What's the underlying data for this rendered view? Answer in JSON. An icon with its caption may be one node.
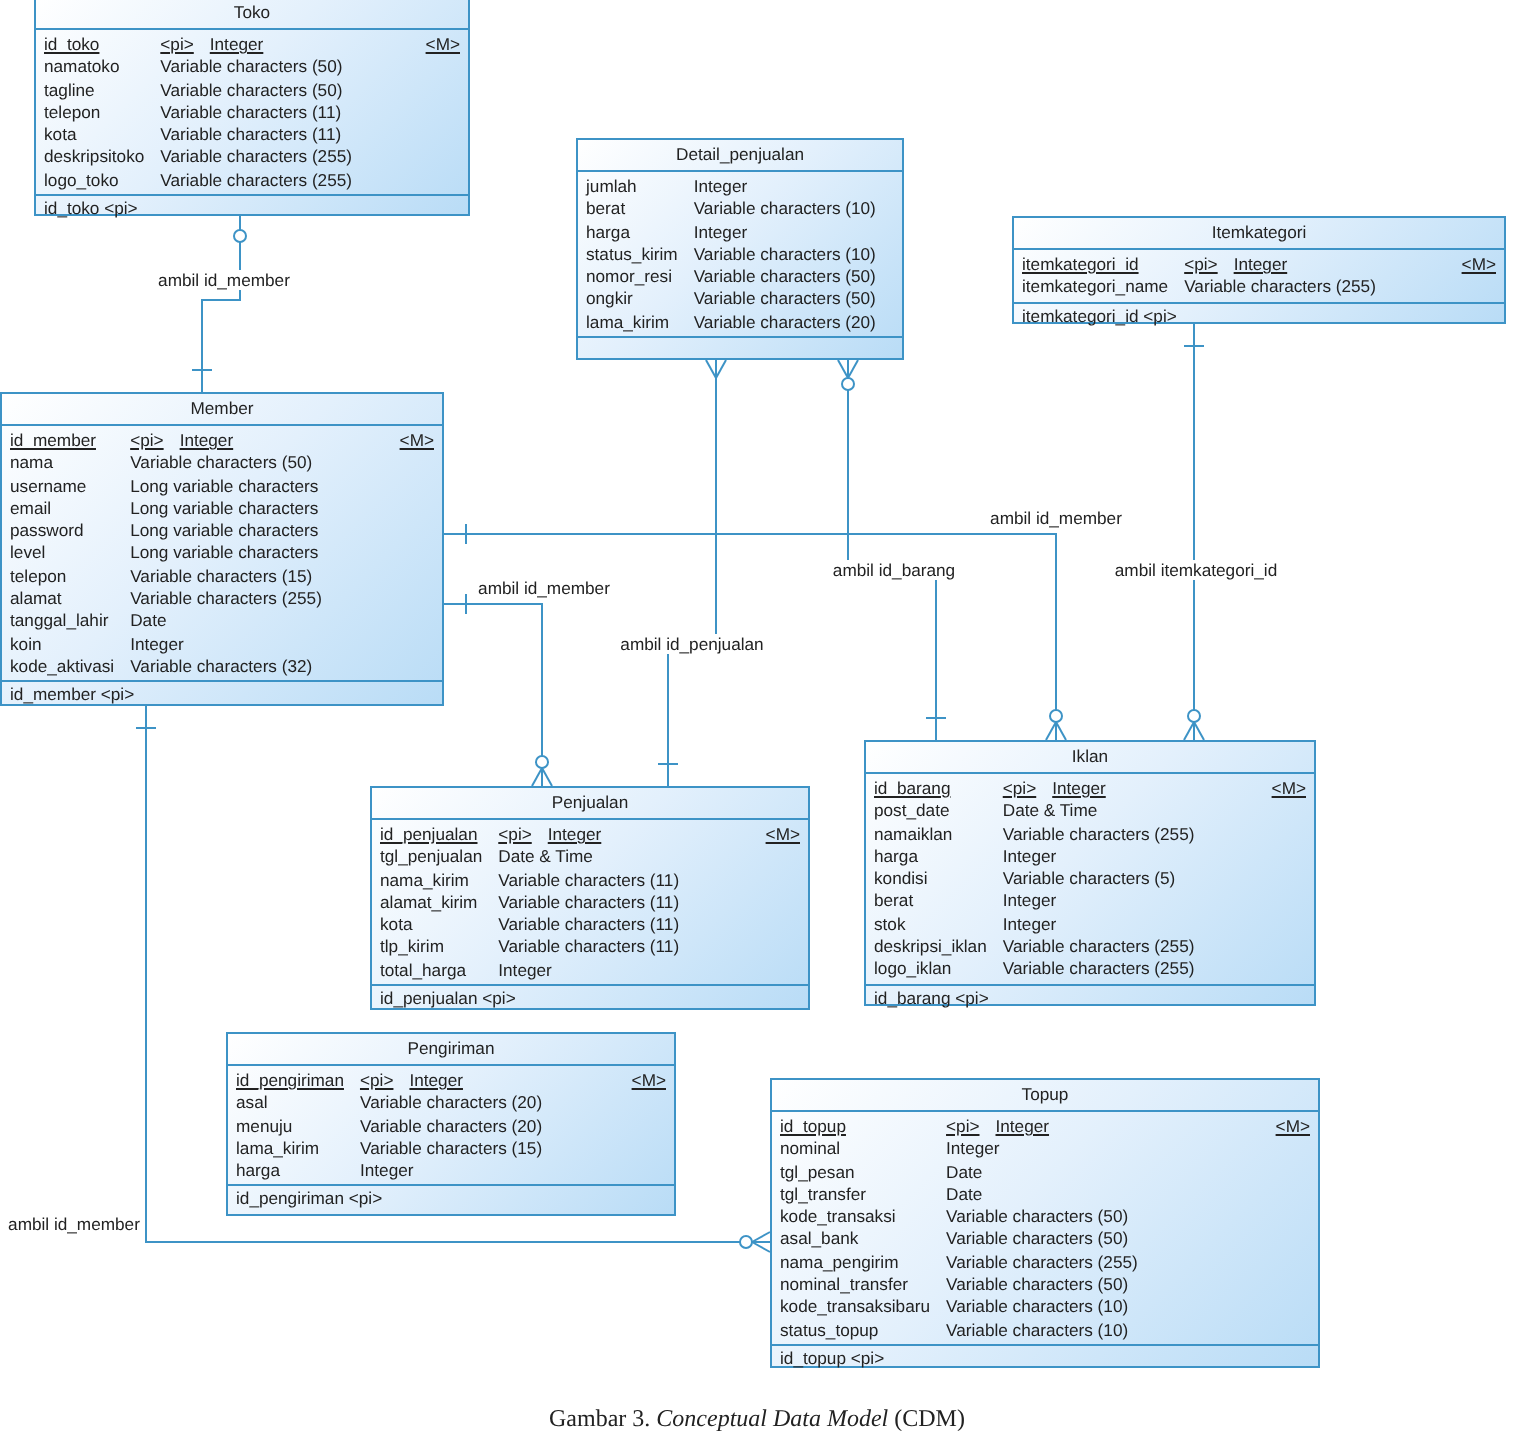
{
  "diagram": {
    "caption": "Gambar 3. *Conceptual Data Model* (CDM)",
    "nodes": [
      {
        "text": [
          "Toko",
          "id_toko",
          "<pi>",
          "Integer",
          "<M>",
          "namatoko",
          "Variable characters (50)",
          "tagline",
          "Variable characters (50)",
          "telepon",
          "Variable characters (11)",
          "kota",
          "Variable characters (11)",
          "deskripsitoko",
          "Variable characters (255)",
          "logo_toko",
          "Variable characters (255)",
          "id_toko <pi>"
        ]
      },
      {
        "text": [
          "Detail_penjualan",
          "jumlah",
          "Integer",
          "berat",
          "Variable characters (10)",
          "harga",
          "Integer",
          "status_kirim",
          "Variable characters (10)",
          "nomor_resi",
          "Variable characters (50)",
          "ongkir",
          "Variable characters (50)",
          "lama_kirim",
          "Variable characters (20)"
        ]
      },
      {
        "text": [
          "Itemkategori",
          "itemkategori_id",
          "<pi>",
          "Integer",
          "<M>",
          "itemkategori_name",
          "Variable characters (255)",
          "itemkategori_id <pi>"
        ]
      },
      {
        "text": [
          "Member",
          "id_member",
          "<pi>",
          "Integer",
          "<M>",
          "nama",
          "Variable characters (50)",
          "username",
          "Long variable characters",
          "email",
          "Long variable characters",
          "password",
          "Long variable characters",
          "level",
          "Long variable characters",
          "telepon",
          "Variable characters (15)",
          "alamat",
          "Variable characters (255)",
          "tanggal_lahir",
          "Date",
          "koin",
          "Integer",
          "kode_aktivasi",
          "Variable characters (32)",
          "id_member <pi>"
        ]
      },
      {
        "text": [
          "Penjualan",
          "id_penjualan",
          "<pi>",
          "Integer",
          "<M>",
          "tgl_penjualan",
          "Date & Time",
          "nama_kirim",
          "Variable characters (11)",
          "alamat_kirim",
          "Variable characters (11)",
          "kota",
          "Variable characters (11)",
          "tlp_kirim",
          "Variable characters (11)",
          "total_harga",
          "Integer",
          "id_penjualan <pi>"
        ]
      },
      {
        "text": [
          "Iklan",
          "id_barang",
          "<pi>",
          "Integer",
          "<M>",
          "post_date",
          "Date & Time",
          "namaiklan",
          "Variable characters (255)",
          "harga",
          "Integer",
          "kondisi",
          "Variable characters (5)",
          "berat",
          "Integer",
          "stok",
          "Integer",
          "deskripsi_iklan",
          "Variable characters (255)",
          "logo_iklan",
          "Variable characters (255)",
          "id_barang <pi>"
        ]
      },
      {
        "text": [
          "Pengiriman",
          "id_pengiriman",
          "<pi>",
          "Integer",
          "<M>",
          "asal",
          "Variable characters (20)",
          "menuju",
          "Variable characters (20)",
          "lama_kirim",
          "Variable characters (15)",
          "harga",
          "Integer",
          "id_pengiriman <pi>"
        ]
      },
      {
        "text": [
          "Topup",
          "id_topup",
          "<pi>",
          "Integer",
          "<M>",
          "nominal",
          "Integer",
          "tgl_pesan",
          "Date",
          "tgl_transfer",
          "Date",
          "kode_transaksi",
          "Variable characters (50)",
          "asal_bank",
          "Variable characters (50)",
          "nama_pengirim",
          "Variable characters (255)",
          "nominal_transfer",
          "Variable characters (50)",
          "kode_transaksibaru",
          "Variable characters (10)",
          "status_topup",
          "Variable characters (10)",
          "id_topup <pi>"
        ]
      }
    ],
    "edges": [
      {
        "from": 3,
        "to": 0,
        "arrow": "other",
        "label": "ambil id_member"
      },
      {
        "from": 3,
        "to": 5,
        "arrow": "other",
        "label": "ambil id_member"
      },
      {
        "from": 3,
        "to": 4,
        "arrow": "other",
        "label": "ambil id_member"
      },
      {
        "from": 4,
        "to": 1,
        "arrow": "other",
        "label": "ambil id_penjualan"
      },
      {
        "from": 5,
        "to": 1,
        "arrow": "other",
        "label": "ambil id_barang"
      },
      {
        "from": 2,
        "to": 5,
        "arrow": "other",
        "label": "ambil itemkategori_id"
      },
      {
        "from": 3,
        "to": 7,
        "arrow": "other",
        "label": "ambil id_member"
      }
    ]
  }
}
